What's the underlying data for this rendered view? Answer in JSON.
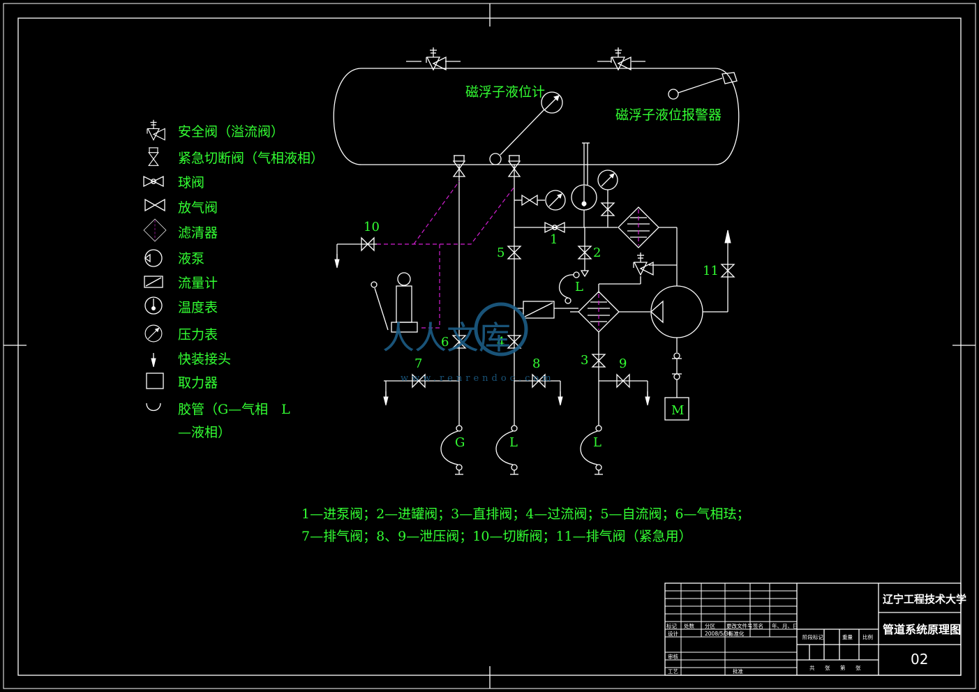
{
  "tank": {
    "gauge_label": "磁浮子液位计",
    "alarm_label": "磁浮子液位报警器"
  },
  "legend": [
    {
      "icon": "safety-valve-icon",
      "label": "安全阀（溢流阀）"
    },
    {
      "icon": "emergency-shutoff-valve-icon",
      "label": "紧急切断阀（气相液相）"
    },
    {
      "icon": "ball-valve-icon",
      "label": "球阀"
    },
    {
      "icon": "vent-valve-icon",
      "label": "放气阀"
    },
    {
      "icon": "filter-icon",
      "label": "滤清器"
    },
    {
      "icon": "liquid-pump-icon",
      "label": "液泵"
    },
    {
      "icon": "flowmeter-icon",
      "label": "流量计"
    },
    {
      "icon": "thermometer-icon",
      "label": "温度表"
    },
    {
      "icon": "pressure-gauge-icon",
      "label": "压力表"
    },
    {
      "icon": "quick-coupling-icon",
      "label": "快装接头"
    },
    {
      "icon": "power-takeoff-icon",
      "label": "取力器"
    },
    {
      "icon": "hose-icon",
      "label": "胶管（G—气相　L",
      "label2": "—液相）"
    }
  ],
  "valve_numbers": [
    "1",
    "2",
    "3",
    "4",
    "5",
    "6",
    "7",
    "8",
    "9",
    "10",
    "11"
  ],
  "hose_letters": {
    "gas": "G",
    "liquid": "L"
  },
  "motor_label": "M",
  "notes": [
    "1—进泵阀；2—进罐阀；3—直排阀；4—过流阀；5—自流阀；6—气相珐；",
    "7—排气阀；8、9—泄压阀；10—切断阀；11—排气阀（紧急用）"
  ],
  "watermark": {
    "cn": "人人文库",
    "url": "www.renrendoc.com"
  },
  "title_block": {
    "university": "辽宁工程技术大学",
    "drawing_title": "管道系统原理图",
    "drawing_number": "02",
    "rev_cells": [
      "标记",
      "处数",
      "分区",
      "更改文件号",
      "签名",
      "年、月、日"
    ],
    "design_cells": [
      "设计",
      "",
      "2008/5/30",
      "标准化"
    ],
    "check_label": "审核",
    "process_label": "工艺",
    "approve_label": "批准",
    "stage_cells": [
      "阶段标记",
      "重量",
      "比例"
    ],
    "sheet_cells": [
      "共",
      "张",
      "第",
      "张"
    ]
  }
}
